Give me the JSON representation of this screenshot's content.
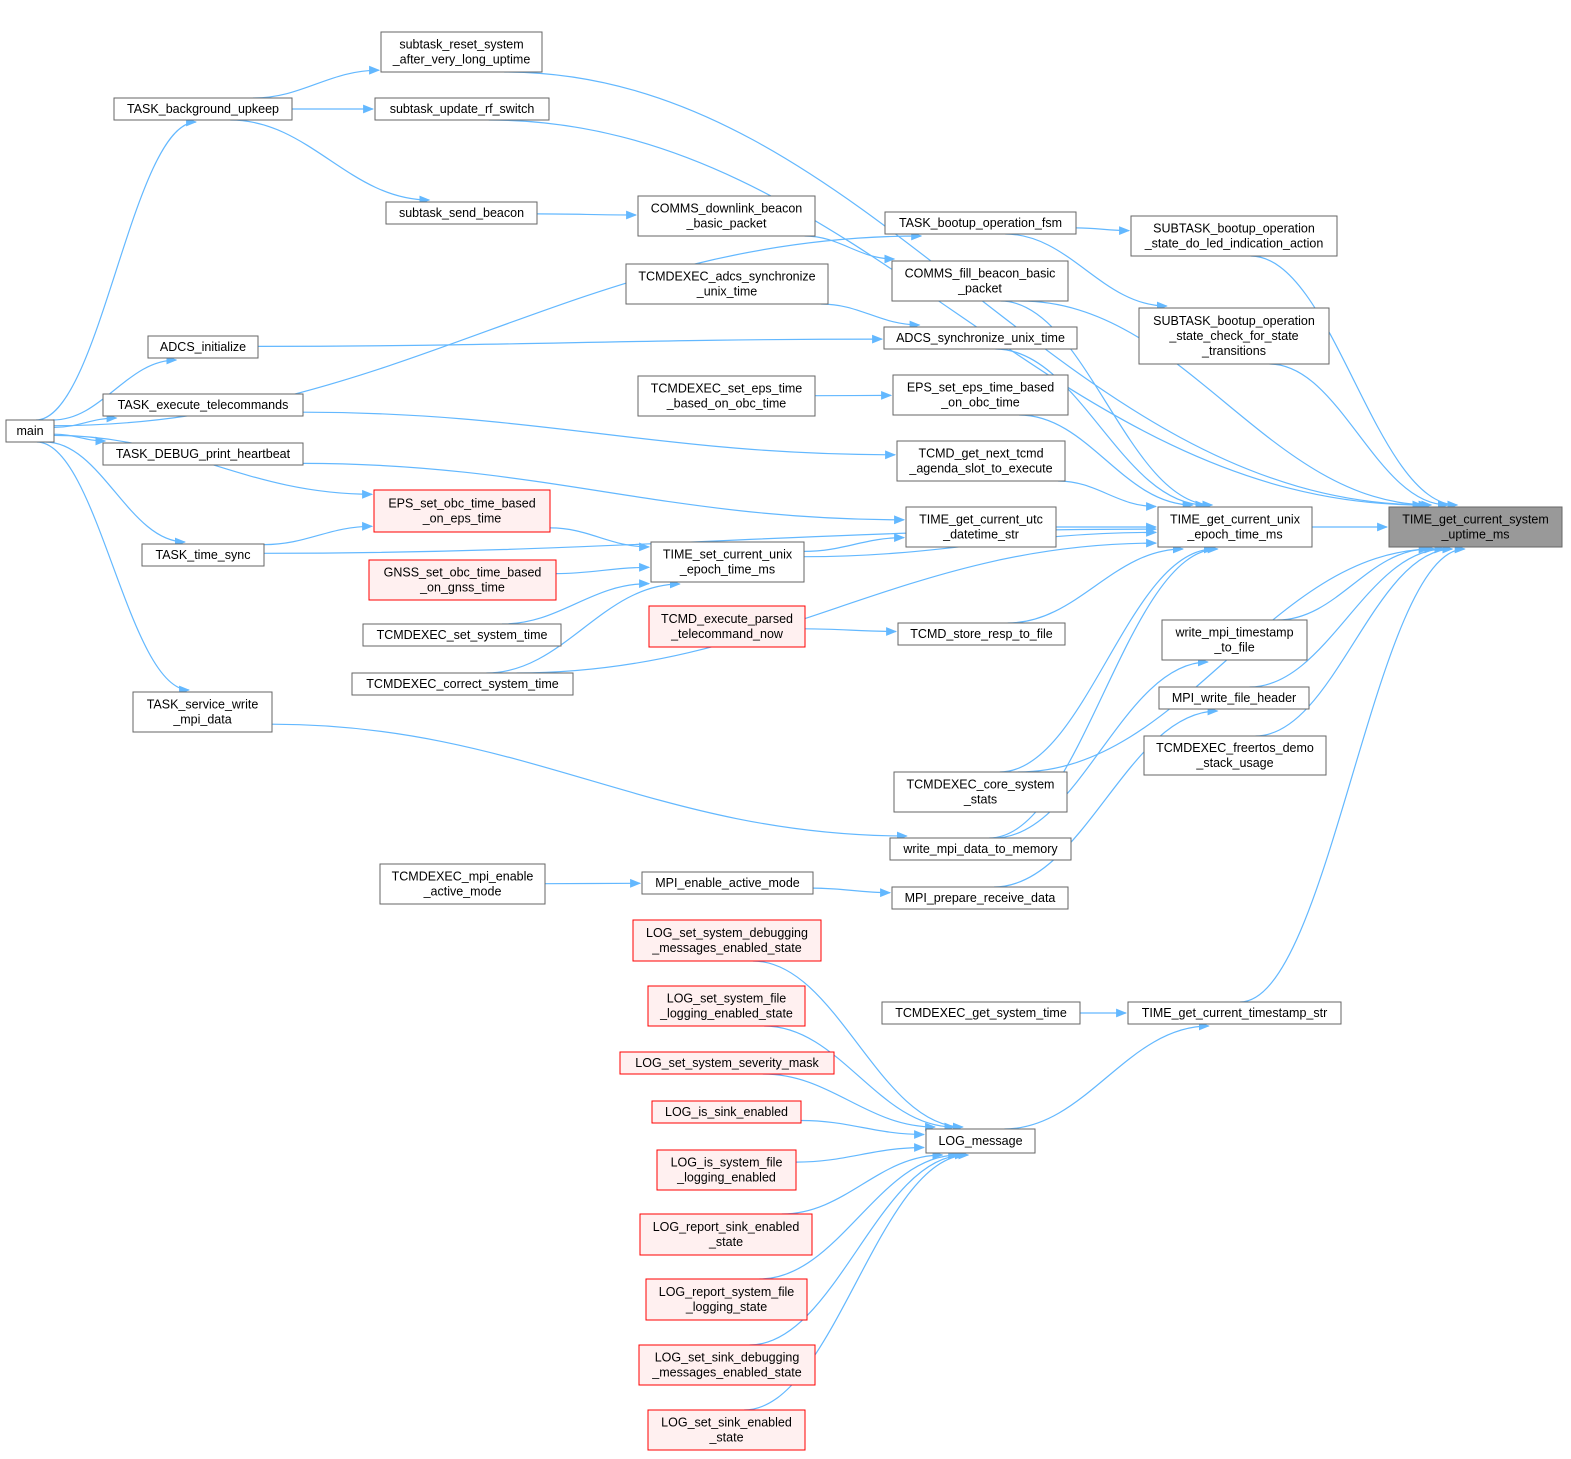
{
  "colors": {
    "edge": "#63b8ff",
    "node_border": "#666666",
    "node_fill": "#ffffff",
    "truncated_border": "#ff0000",
    "truncated_fill": "#fff0f0",
    "focus_fill": "#999999",
    "text": "#000000"
  },
  "nodes": {
    "main": {
      "lines": [
        "main"
      ],
      "style": "normal"
    },
    "task_bg": {
      "lines": [
        "TASK_background_upkeep"
      ],
      "style": "normal"
    },
    "sub_reset": {
      "lines": [
        "subtask_reset_system",
        "_after_very_long_uptime"
      ],
      "style": "normal"
    },
    "sub_rf": {
      "lines": [
        "subtask_update_rf_switch"
      ],
      "style": "normal"
    },
    "sub_beacon": {
      "lines": [
        "subtask_send_beacon"
      ],
      "style": "normal"
    },
    "comms_dl": {
      "lines": [
        "COMMS_downlink_beacon",
        "_basic_packet"
      ],
      "style": "normal"
    },
    "task_boot": {
      "lines": [
        "TASK_bootup_operation_fsm"
      ],
      "style": "normal"
    },
    "sub_led": {
      "lines": [
        "SUBTASK_bootup_operation",
        "_state_do_led_indication_action"
      ],
      "style": "normal"
    },
    "sub_check": {
      "lines": [
        "SUBTASK_bootup_operation",
        "_state_check_for_state",
        "_transitions"
      ],
      "style": "normal"
    },
    "comms_fill": {
      "lines": [
        "COMMS_fill_beacon_basic",
        "_packet"
      ],
      "style": "normal"
    },
    "tcm_adcs": {
      "lines": [
        "TCMDEXEC_adcs_synchronize",
        "_unix_time"
      ],
      "style": "normal"
    },
    "adcs_init": {
      "lines": [
        "ADCS_initialize"
      ],
      "style": "normal"
    },
    "adcs_sync": {
      "lines": [
        "ADCS_synchronize_unix_time"
      ],
      "style": "normal"
    },
    "tcm_eps": {
      "lines": [
        "TCMDEXEC_set_eps_time",
        "_based_on_obc_time"
      ],
      "style": "normal"
    },
    "eps_set": {
      "lines": [
        "EPS_set_eps_time_based",
        "_on_obc_time"
      ],
      "style": "normal"
    },
    "task_exec": {
      "lines": [
        "TASK_execute_telecommands"
      ],
      "style": "normal"
    },
    "tcmd_next": {
      "lines": [
        "TCMD_get_next_tcmd",
        "_agenda_slot_to_execute"
      ],
      "style": "normal"
    },
    "task_dbg": {
      "lines": [
        "TASK_DEBUG_print_heartbeat"
      ],
      "style": "normal"
    },
    "eps_obc": {
      "lines": [
        "EPS_set_obc_time_based",
        "_on_eps_time"
      ],
      "style": "truncated"
    },
    "task_sync": {
      "lines": [
        "TASK_time_sync"
      ],
      "style": "normal"
    },
    "time_utc": {
      "lines": [
        "TIME_get_current_utc",
        "_datetime_str"
      ],
      "style": "normal"
    },
    "time_unix": {
      "lines": [
        "TIME_get_current_unix",
        "_epoch_time_ms"
      ],
      "style": "normal"
    },
    "time_up": {
      "lines": [
        "TIME_get_current_system",
        "_uptime_ms"
      ],
      "style": "focus"
    },
    "gnss": {
      "lines": [
        "GNSS_set_obc_time_based",
        "_on_gnss_time"
      ],
      "style": "truncated"
    },
    "time_set": {
      "lines": [
        "TIME_set_current_unix",
        "_epoch_time_ms"
      ],
      "style": "normal"
    },
    "tcm_sys": {
      "lines": [
        "TCMDEXEC_set_system_time"
      ],
      "style": "normal"
    },
    "tcmd_parsed": {
      "lines": [
        "TCMD_execute_parsed",
        "_telecommand_now"
      ],
      "style": "truncated"
    },
    "tcmd_store": {
      "lines": [
        "TCMD_store_resp_to_file"
      ],
      "style": "normal"
    },
    "mpi_ts": {
      "lines": [
        "write_mpi_timestamp",
        "_to_file"
      ],
      "style": "normal"
    },
    "tcm_corr": {
      "lines": [
        "TCMDEXEC_correct_system_time"
      ],
      "style": "normal"
    },
    "mpi_hdr": {
      "lines": [
        "MPI_write_file_header"
      ],
      "style": "normal"
    },
    "task_mpi": {
      "lines": [
        "TASK_service_write",
        "_mpi_data"
      ],
      "style": "normal"
    },
    "tcm_free": {
      "lines": [
        "TCMDEXEC_freertos_demo",
        "_stack_usage"
      ],
      "style": "normal"
    },
    "tcm_core": {
      "lines": [
        "TCMDEXEC_core_system",
        "_stats"
      ],
      "style": "normal"
    },
    "mpi_mem": {
      "lines": [
        "write_mpi_data_to_memory"
      ],
      "style": "normal"
    },
    "tcm_mpi": {
      "lines": [
        "TCMDEXEC_mpi_enable",
        "_active_mode"
      ],
      "style": "normal"
    },
    "mpi_act": {
      "lines": [
        "MPI_enable_active_mode"
      ],
      "style": "normal"
    },
    "mpi_prep": {
      "lines": [
        "MPI_prepare_receive_data"
      ],
      "style": "normal"
    },
    "log_dbg": {
      "lines": [
        "LOG_set_system_debugging",
        "_messages_enabled_state"
      ],
      "style": "truncated"
    },
    "log_file": {
      "lines": [
        "LOG_set_system_file",
        "_logging_enabled_state"
      ],
      "style": "truncated"
    },
    "tcm_get": {
      "lines": [
        "TCMDEXEC_get_system_time"
      ],
      "style": "normal"
    },
    "time_ts": {
      "lines": [
        "TIME_get_current_timestamp_str"
      ],
      "style": "normal"
    },
    "log_sev": {
      "lines": [
        "LOG_set_system_severity_mask"
      ],
      "style": "truncated"
    },
    "log_sink": {
      "lines": [
        "LOG_is_sink_enabled"
      ],
      "style": "truncated"
    },
    "log_msg": {
      "lines": [
        "LOG_message"
      ],
      "style": "normal"
    },
    "log_sysfile": {
      "lines": [
        "LOG_is_system_file",
        "_logging_enabled"
      ],
      "style": "truncated"
    },
    "log_rep_sink": {
      "lines": [
        "LOG_report_sink_enabled",
        "_state"
      ],
      "style": "truncated"
    },
    "log_rep_file": {
      "lines": [
        "LOG_report_system_file",
        "_logging_state"
      ],
      "style": "truncated"
    },
    "log_sink_dbg": {
      "lines": [
        "LOG_set_sink_debugging",
        "_messages_enabled_state"
      ],
      "style": "truncated"
    },
    "log_sink_en": {
      "lines": [
        "LOG_set_sink_enabled",
        "_state"
      ],
      "style": "truncated"
    }
  },
  "edges": [
    [
      "main",
      "task_bg"
    ],
    [
      "main",
      "task_boot"
    ],
    [
      "main",
      "adcs_init"
    ],
    [
      "main",
      "task_exec"
    ],
    [
      "main",
      "task_dbg"
    ],
    [
      "main",
      "eps_obc"
    ],
    [
      "main",
      "task_sync"
    ],
    [
      "main",
      "task_mpi"
    ],
    [
      "task_bg",
      "sub_reset"
    ],
    [
      "task_bg",
      "sub_rf"
    ],
    [
      "task_bg",
      "sub_beacon"
    ],
    [
      "sub_beacon",
      "comms_dl"
    ],
    [
      "comms_dl",
      "comms_fill"
    ],
    [
      "task_boot",
      "sub_led"
    ],
    [
      "task_boot",
      "sub_check"
    ],
    [
      "tcm_adcs",
      "adcs_sync"
    ],
    [
      "adcs_init",
      "adcs_sync"
    ],
    [
      "tcm_eps",
      "eps_set"
    ],
    [
      "task_exec",
      "tcmd_next"
    ],
    [
      "task_dbg",
      "time_utc"
    ],
    [
      "task_sync",
      "eps_obc"
    ],
    [
      "eps_obc",
      "time_set"
    ],
    [
      "gnss",
      "time_set"
    ],
    [
      "tcm_sys",
      "time_set"
    ],
    [
      "tcm_corr",
      "time_set"
    ],
    [
      "time_set",
      "time_utc"
    ],
    [
      "time_set",
      "time_unix"
    ],
    [
      "tcmd_parsed",
      "tcmd_store"
    ],
    [
      "comms_fill",
      "time_unix"
    ],
    [
      "adcs_sync",
      "time_unix"
    ],
    [
      "eps_set",
      "time_unix"
    ],
    [
      "tcmd_next",
      "time_unix"
    ],
    [
      "time_utc",
      "time_unix"
    ],
    [
      "tcmd_store",
      "time_unix"
    ],
    [
      "tcm_corr",
      "time_unix"
    ],
    [
      "task_sync",
      "time_unix"
    ],
    [
      "tcm_core",
      "time_unix"
    ],
    [
      "mpi_mem",
      "time_unix"
    ],
    [
      "time_unix",
      "time_up"
    ],
    [
      "sub_reset",
      "time_up"
    ],
    [
      "sub_rf",
      "time_up"
    ],
    [
      "sub_led",
      "time_up"
    ],
    [
      "sub_check",
      "time_up"
    ],
    [
      "comms_fill",
      "time_up"
    ],
    [
      "mpi_ts",
      "time_up"
    ],
    [
      "mpi_hdr",
      "time_up"
    ],
    [
      "tcm_free",
      "time_up"
    ],
    [
      "tcm_core",
      "time_up"
    ],
    [
      "time_ts",
      "time_up"
    ],
    [
      "task_mpi",
      "mpi_mem"
    ],
    [
      "mpi_mem",
      "mpi_ts"
    ],
    [
      "tcm_mpi",
      "mpi_act"
    ],
    [
      "mpi_act",
      "mpi_prep"
    ],
    [
      "mpi_prep",
      "mpi_hdr"
    ],
    [
      "tcm_get",
      "time_ts"
    ],
    [
      "log_msg",
      "time_ts"
    ],
    [
      "log_dbg",
      "log_msg"
    ],
    [
      "log_file",
      "log_msg"
    ],
    [
      "log_sev",
      "log_msg"
    ],
    [
      "log_sink",
      "log_msg"
    ],
    [
      "log_sysfile",
      "log_msg"
    ],
    [
      "log_rep_sink",
      "log_msg"
    ],
    [
      "log_rep_file",
      "log_msg"
    ],
    [
      "log_sink_dbg",
      "log_msg"
    ],
    [
      "log_sink_en",
      "log_msg"
    ]
  ]
}
